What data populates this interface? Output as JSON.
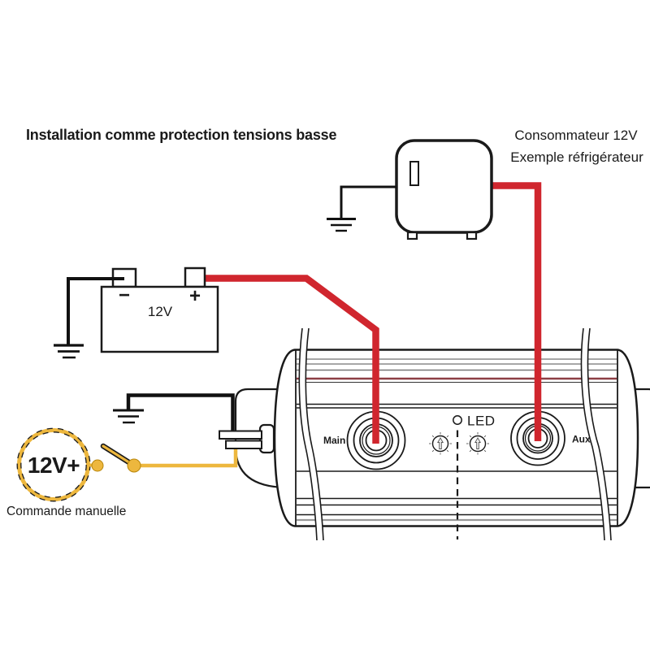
{
  "title": "Installation comme protection tensions basse",
  "consumer": {
    "line1": "Consommateur 12V",
    "line2": "Exemple réfrigérateur"
  },
  "battery": {
    "label": "12V",
    "plus": "+",
    "minus": "−"
  },
  "device": {
    "main_label": "Main",
    "aux_label": "Aux",
    "led_label": "LED"
  },
  "manual": {
    "source_label": "12V+",
    "caption": "Commande manuelle"
  },
  "colors": {
    "wire_positive": "#d0262e",
    "wire_manual": "#edb73e",
    "wire_ground": "#111111",
    "body_stripe": "#8d3f44"
  }
}
